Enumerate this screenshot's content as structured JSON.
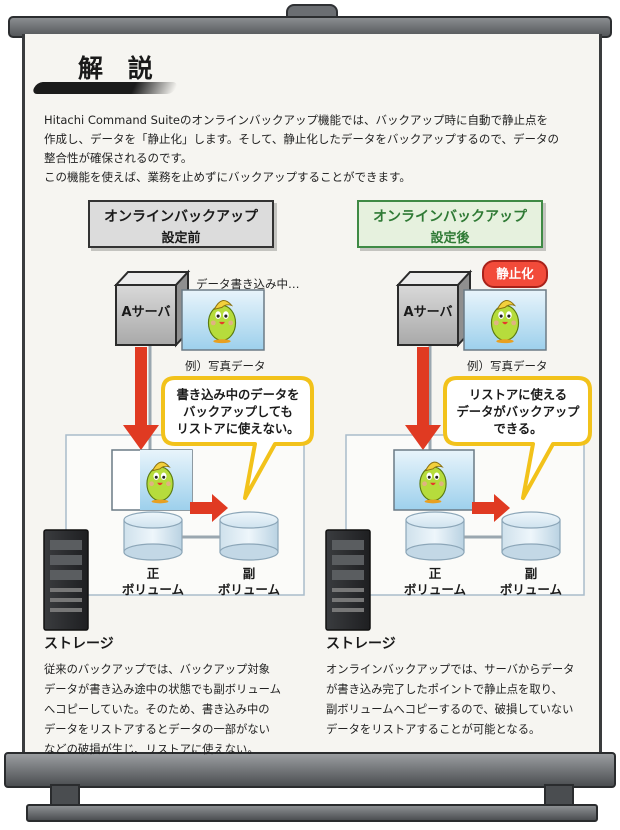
{
  "section_title": "解 説",
  "intro_lines": [
    "Hitachi Command Suiteのオンラインバックアップ機能では、バックアップ時に自動で静止点を",
    "作成し、データを「静止化」します。そして、静止化したデータをバックアップするので、データの",
    "整合性が確保されるのです。",
    "この機能を使えば、業務を止めずにバックアップすることができます。"
  ],
  "left": {
    "header_line1": "オンラインバックアップ",
    "header_line2": "設定前",
    "write_label": "データ書き込み中…",
    "server_label": "Aサーバ",
    "photo_caption": "例）写真データ",
    "bubble_lines": [
      "書き込み中のデータを",
      "バックアップしても",
      "リストアに使えない。"
    ],
    "primary_line1": "正",
    "primary_line2": "ボリューム",
    "secondary_line1": "副",
    "secondary_line2": "ボリューム",
    "storage_label": "ストレージ",
    "paragraph_lines": [
      "従来のバックアップでは、バックアップ対象",
      "データが書き込み途中の状態でも副ボリューム",
      "へコピーしていた。そのため、書き込み中の",
      "データをリストアするとデータの一部がない",
      "などの破損が生じ、リストアに使えない。"
    ]
  },
  "right": {
    "header_line1": "オンラインバックアップ",
    "header_line2": "設定後",
    "badge": "静止化",
    "server_label": "Aサーバ",
    "photo_caption": "例）写真データ",
    "bubble_lines": [
      "リストアに使える",
      "データがバックアップ",
      "できる。"
    ],
    "primary_line1": "正",
    "primary_line2": "ボリューム",
    "secondary_line1": "副",
    "secondary_line2": "ボリューム",
    "storage_label": "ストレージ",
    "paragraph_lines": [
      "オンラインバックアップでは、サーバからデータ",
      "が書き込み完了したポイントで静止点を取り、",
      "副ボリュームへコピーするので、破損していない",
      "データをリストアすることが可能となる。"
    ]
  },
  "colors": {
    "arrow_red": "#e03a22",
    "bubble_border": "#f2c21b",
    "accent_green": "#3f8a45",
    "badge_red": "#f24b3a"
  }
}
